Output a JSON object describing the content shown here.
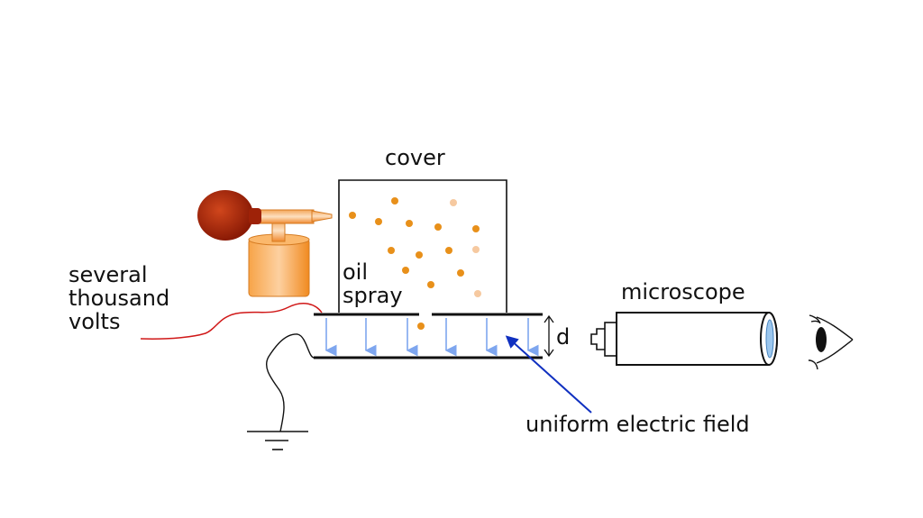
{
  "labels": {
    "cover": "cover",
    "several": "several",
    "thousand": "thousand",
    "volts": "volts",
    "oil": "oil",
    "spray": "spray",
    "d": "d",
    "microscope": "microscope",
    "field": "uniform electric field"
  },
  "colors": {
    "outline": "#111111",
    "droplet_dark": "#e8901a",
    "droplet_light": "#f6c9a0",
    "field_arrows": "#7ea6ef",
    "pointer_arrow": "#1030c0",
    "wire": "#d01818",
    "bulb": "#b22a0a",
    "bottle": "#f59a3a",
    "lens": "#9cc7ee"
  },
  "icons": {
    "atomizer": "atomizer-bulb-icon",
    "eye": "eye-icon",
    "ground": "ground-symbol-icon"
  }
}
